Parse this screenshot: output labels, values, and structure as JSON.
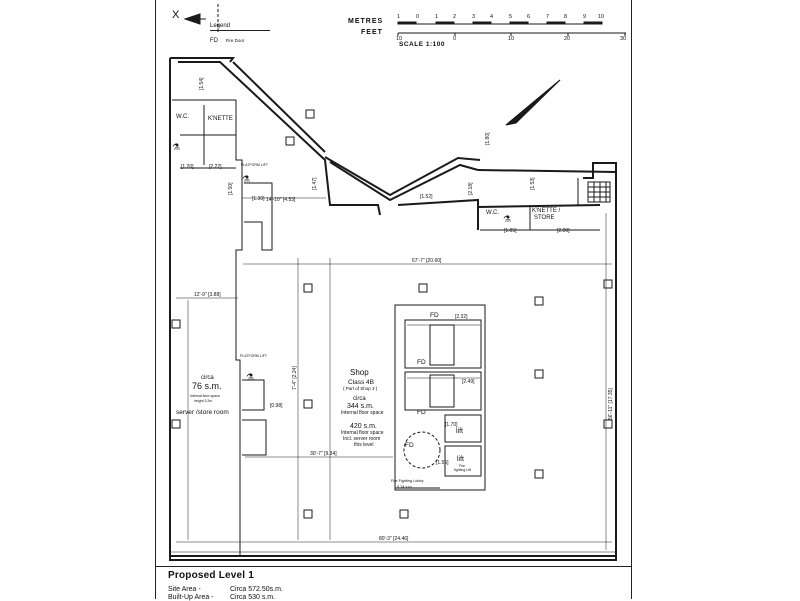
{
  "drawing": {
    "title": "Proposed Level 1",
    "section_mark": "X",
    "areas": [
      {
        "label": "Site Area -",
        "value": "Circa 572.50s.m."
      },
      {
        "label": "Built-Up Area -",
        "value": "Circa 530 s.m."
      }
    ]
  },
  "legend": {
    "title": "Legend",
    "items": [
      {
        "code": "FD",
        "label": "Fire Door"
      }
    ]
  },
  "scale_bar": {
    "metres_label": "METRES",
    "feet_label": "FEET",
    "scale_text": "SCALE 1:100",
    "metre_ticks": [
      "1",
      "0",
      "1",
      "2",
      "3",
      "4",
      "5",
      "6",
      "7",
      "8",
      "9",
      "10"
    ],
    "feet_ticks": [
      "10",
      "0",
      "10",
      "20",
      "30"
    ]
  },
  "rooms": {
    "wc_left": "W.C.",
    "knette_left": "K'NETTE",
    "platform_lift_top": "PLATFORM LIFT",
    "platform_lift_mid": "PLATFORM LIFT",
    "server_circa": "circa",
    "server_area": "76 s.m.",
    "server_note1": "Internal floor space",
    "server_note2": "height 3.2m",
    "server_name": "server /store room",
    "shop_name": "Shop",
    "shop_class": "Class 4B",
    "shop_part": "( Part of Shop 3 )",
    "shop_circa": "circa",
    "shop_area": "344 s.m.",
    "shop_floor": "Internal floor space",
    "total_area": "420 s.m.",
    "total_line1": "Internal floor space",
    "total_line2": "Incl. server room",
    "total_line3": "this level",
    "wc_right": "W.C.",
    "knette_right": "K'NETTE /",
    "store_right": "STORE",
    "lift1": "lift",
    "lift2": "lift",
    "fire_lift1": "Fire",
    "fire_lift2": "fighting Lift",
    "lobby1": "Fire Fighting Lobby",
    "lobby2": "5.74 s.m.",
    "fd1": "FD",
    "fd2": "FD",
    "fd3": "FD",
    "fd4": "FD"
  },
  "dimensions": {
    "d_67_7": "67'-7\" [20.60]",
    "d_80_3": "80'-3\" [24.46]",
    "d_12_9": "12'-9\" [3.88]",
    "d_30_7": "30'-7\" [9.34]",
    "d_56_11": "56'-11\" [17.35]",
    "d_14_10": "14'-10\" [4.53]",
    "d_7_4": "7'-4\" [2.24]",
    "d_1_6": "[1.54]",
    "d_2_32": "[2.32]",
    "d_1_80": "[1.80]",
    "d_1_53": "[1.53]",
    "d_1_50": "[1.50]",
    "d_1_52": "[1.52]",
    "d_2_18": "[2.18]",
    "d_1_47": "[1.47]",
    "d_2_22": "[2.22]",
    "d_1_20": "[1.20]",
    "d_2_49": "[2.49]",
    "d_1_70": "[1.70]",
    "d_1_56": "[1.56]",
    "d_1_05": "[1.05]",
    "d_0_98": "[0.98]",
    "d_1_30": "[1.30]",
    "d_2_00": "[2.00]"
  }
}
